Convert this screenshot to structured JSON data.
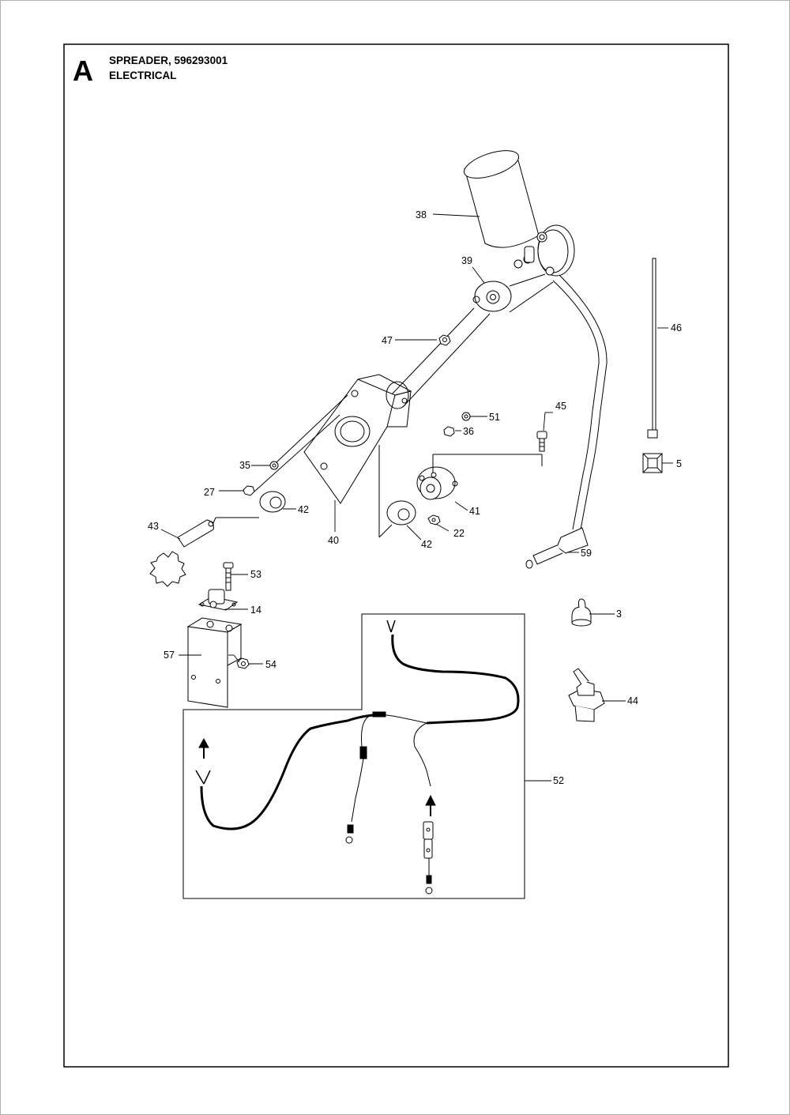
{
  "header": {
    "letter": "A",
    "line1": "SPREADER, 596293001",
    "line2": "ELECTRICAL"
  },
  "callouts": [
    {
      "id": "38",
      "label": "38"
    },
    {
      "id": "39",
      "label": "39"
    },
    {
      "id": "46",
      "label": "46"
    },
    {
      "id": "47",
      "label": "47"
    },
    {
      "id": "51",
      "label": "51"
    },
    {
      "id": "36",
      "label": "36"
    },
    {
      "id": "45",
      "label": "45"
    },
    {
      "id": "5",
      "label": "5"
    },
    {
      "id": "35",
      "label": "35"
    },
    {
      "id": "27",
      "label": "27"
    },
    {
      "id": "42a",
      "label": "42"
    },
    {
      "id": "41",
      "label": "41"
    },
    {
      "id": "43",
      "label": "43"
    },
    {
      "id": "40",
      "label": "40"
    },
    {
      "id": "22",
      "label": "22"
    },
    {
      "id": "42b",
      "label": "42"
    },
    {
      "id": "59",
      "label": "59"
    },
    {
      "id": "53",
      "label": "53"
    },
    {
      "id": "14",
      "label": "14"
    },
    {
      "id": "3",
      "label": "3"
    },
    {
      "id": "57",
      "label": "57"
    },
    {
      "id": "54",
      "label": "54"
    },
    {
      "id": "44",
      "label": "44"
    },
    {
      "id": "52",
      "label": "52"
    }
  ]
}
